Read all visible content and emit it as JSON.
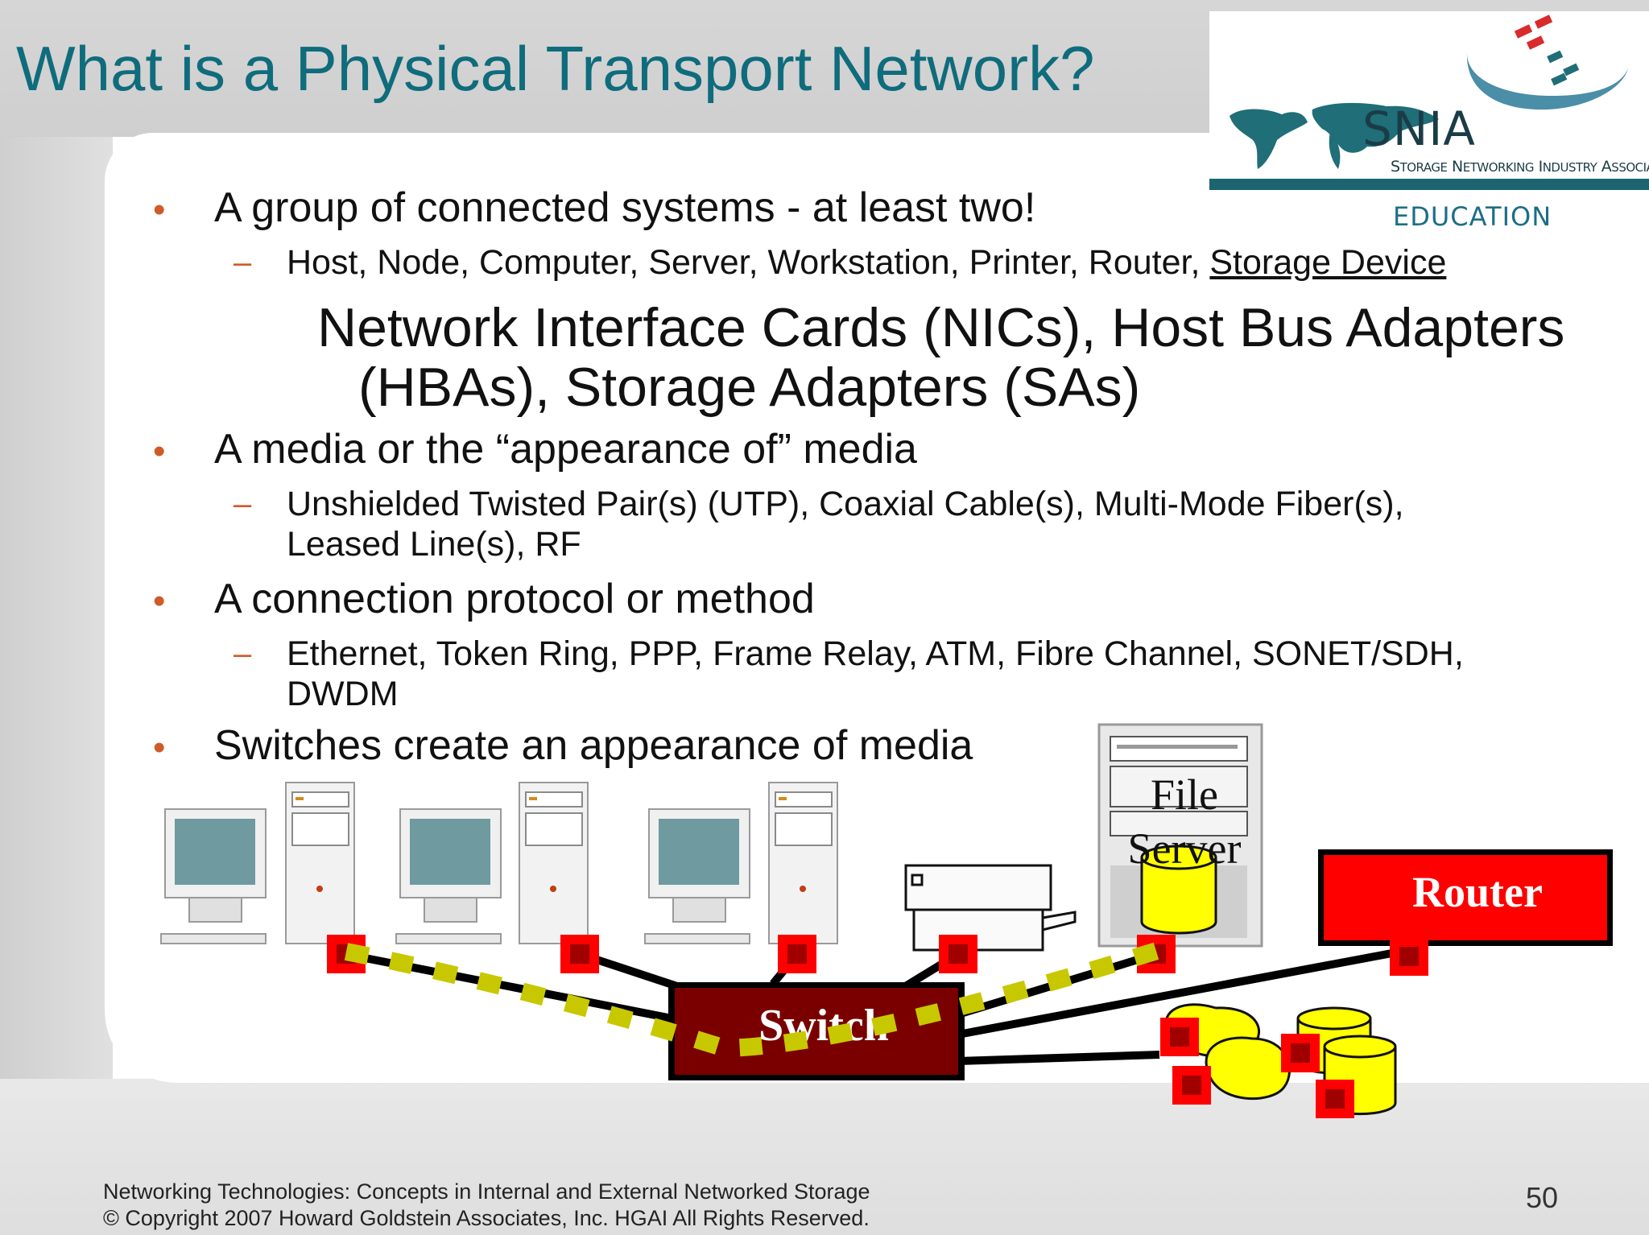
{
  "slide": {
    "title": "What is a Physical Transport Network?",
    "logo": {
      "name": "SNIA",
      "subtitle": "Storage Networking Industry Association",
      "tag": "EDUCATION"
    },
    "bullets": [
      {
        "text": "A group of connected systems - at least two!",
        "sub": [
          "Host, Node, Computer, Server, Workstation, Printer, Router, "
        ],
        "sub_underlined": "Storage Device"
      },
      {
        "text": "A media or the “appearance of” media",
        "sub": [
          "Unshielded Twisted Pair(s) (UTP), Coaxial Cable(s), Multi-Mode Fiber(s),",
          "Leased Line(s), RF"
        ]
      },
      {
        "text": "A connection protocol or method",
        "sub": [
          "Ethernet, Token Ring, PPP, Frame Relay, ATM, Fibre Channel, SONET/SDH,",
          "DWDM"
        ]
      },
      {
        "text": "Switches create an appearance of media"
      }
    ],
    "big_text": [
      "Network Interface Cards (NICs), Host Bus Adapters",
      "(HBAs), Storage Adapters (SAs)"
    ],
    "diagram": {
      "switch_label": "Switch",
      "router_label": "Router",
      "file_server_label": [
        "File",
        "Server"
      ],
      "colors": {
        "switch": "#7a0000",
        "router": "#ff0000",
        "nic": "#ff0000",
        "nic_inner": "#a00000",
        "dash": "#c8c800",
        "storage": "#ffff00",
        "cable": "#000000"
      },
      "icons": [
        "workstation-icon",
        "tower-icon",
        "printer-icon",
        "file-server-icon",
        "storage-cylinder-icon",
        "router-box-icon"
      ]
    },
    "footer": {
      "line1": "Networking Technologies: Concepts in Internal and External Networked Storage",
      "line2": "© Copyright 2007 Howard Goldstein Associates, Inc. HGAI All Rights Reserved.",
      "page": "50"
    }
  }
}
